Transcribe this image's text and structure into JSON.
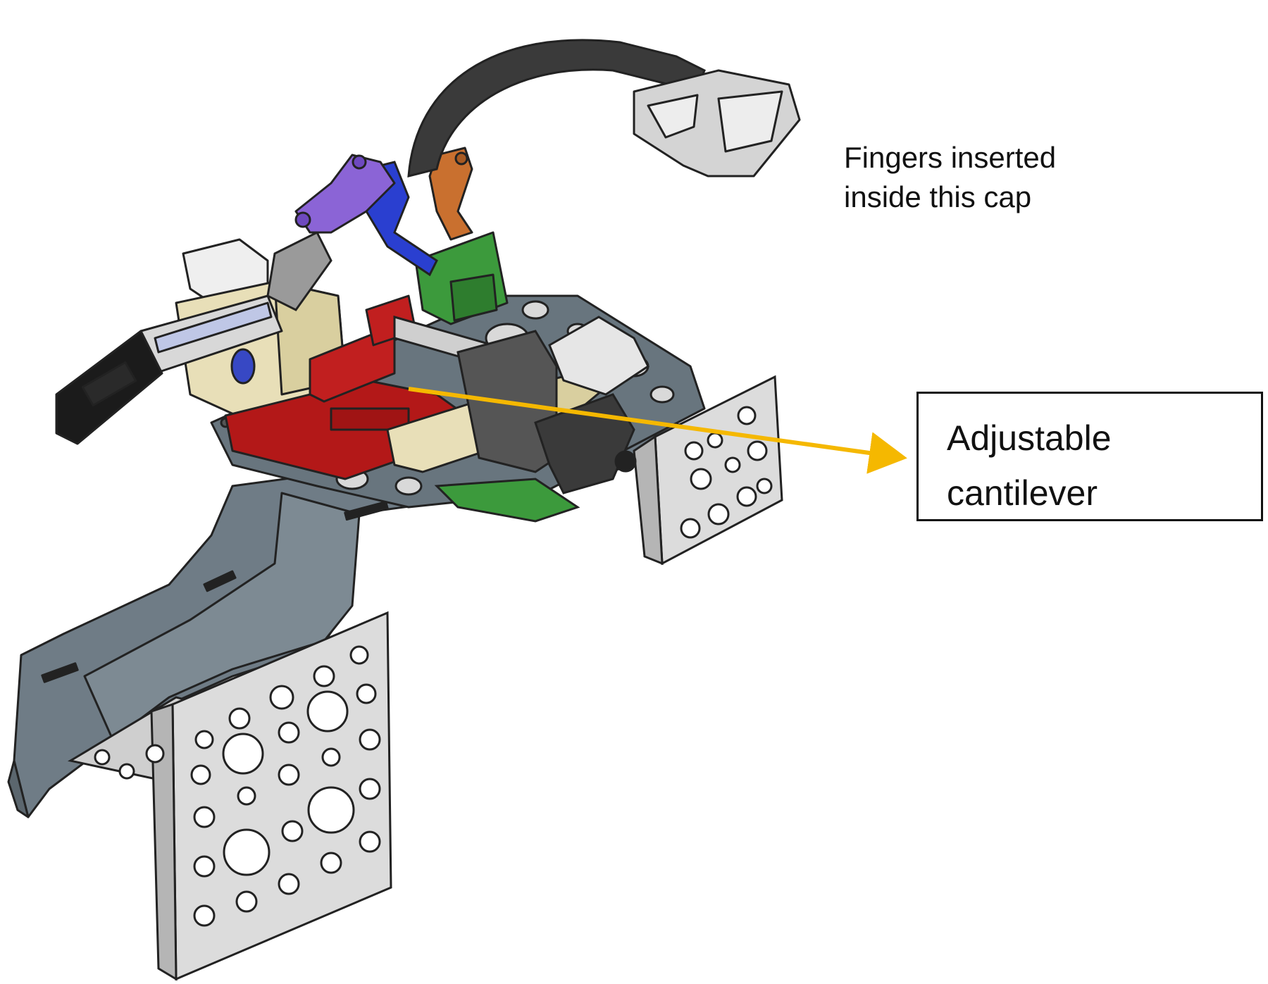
{
  "annotations": {
    "cap_label": "Fingers inserted\ninside this cap",
    "cantilever_label": "Adjustable\ncantilever"
  },
  "components": [
    {
      "name": "finger-cap",
      "color": "#d4d4d4"
    },
    {
      "name": "flex-cable",
      "color": "#3a3a3a"
    },
    {
      "name": "purple-linkage",
      "color": "#8b64d6"
    },
    {
      "name": "blue-linkage",
      "color": "#2a3fd0"
    },
    {
      "name": "orange-linkage",
      "color": "#c9702f"
    },
    {
      "name": "green-bracket",
      "color": "#3c9a3c"
    },
    {
      "name": "red-slider-plate",
      "color": "#b31818"
    },
    {
      "name": "cream-mount",
      "color": "#e8dfb8"
    },
    {
      "name": "linear-actuator",
      "color": "#1b1b1b"
    },
    {
      "name": "gray-forearm-shell",
      "color": "#6e7b84"
    },
    {
      "name": "perforated-plate",
      "color": "#dcdcdc"
    }
  ],
  "colors": {
    "arrow": "#f5b800",
    "outline": "#222222"
  }
}
